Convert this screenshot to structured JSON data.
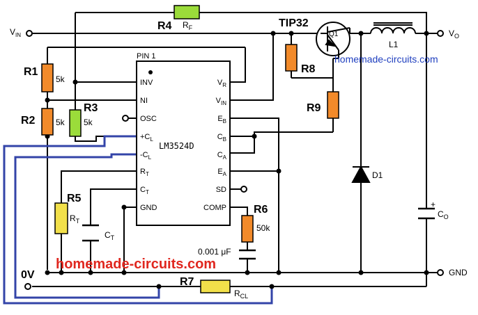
{
  "schematic": {
    "ic": {
      "name": "LM3524D",
      "pin1_label": "PIN 1",
      "left_pins": [
        "INV",
        "NI",
        "OSC",
        "+C",
        "-C",
        "R",
        "C",
        "GND"
      ],
      "left_pin_subs": [
        "",
        "",
        "",
        "L",
        "L",
        "T",
        "T",
        ""
      ],
      "right_pins": [
        "V",
        "V",
        "E",
        "C",
        "C",
        "E",
        "SD",
        "COMP"
      ],
      "right_pin_subs": [
        "R",
        "IN",
        "B",
        "B",
        "A",
        "A",
        "",
        ""
      ]
    },
    "resistors": {
      "r1": {
        "ref": "R1",
        "value": "5k"
      },
      "r2": {
        "ref": "R2",
        "value": "5k"
      },
      "r3": {
        "ref": "R3",
        "value": "5k"
      },
      "r4": {
        "ref": "R4",
        "value_main": "R",
        "value_sub": "F"
      },
      "r5": {
        "ref": "R5",
        "value_main": "R",
        "value_sub": "T"
      },
      "r6": {
        "ref": "R6",
        "value": "50k"
      },
      "r7": {
        "ref": "R7",
        "value_main": "R",
        "value_sub": "CL"
      },
      "r8": {
        "ref": "R8"
      },
      "r9": {
        "ref": "R9"
      }
    },
    "transistor": {
      "ref": "TIP32",
      "label": "Q1"
    },
    "inductor": {
      "label": "L1"
    },
    "diode": {
      "label": "D1"
    },
    "capacitors": {
      "ct": {
        "main": "C",
        "sub": "T"
      },
      "co": {
        "main": "C",
        "sub": "O",
        "plus": "+"
      },
      "comp": {
        "value": "0.001 μF"
      }
    },
    "terminals": {
      "vin_main": "V",
      "vin_sub": "IN",
      "vo_main": "V",
      "vo_sub": "O",
      "gnd": "GND",
      "zero_v": "0V"
    },
    "watermarks": {
      "top": "homemade-circuits.com",
      "bottom": "homemade-circuits.com"
    },
    "colors": {
      "resistor_orange": "#f28a2a",
      "resistor_yellow": "#f2e04a",
      "resistor_green": "#9bdc3a",
      "blue_wire": "#3344a8",
      "watermark_blue": "#1f3fbf",
      "watermark_red": "#e0271f"
    }
  }
}
